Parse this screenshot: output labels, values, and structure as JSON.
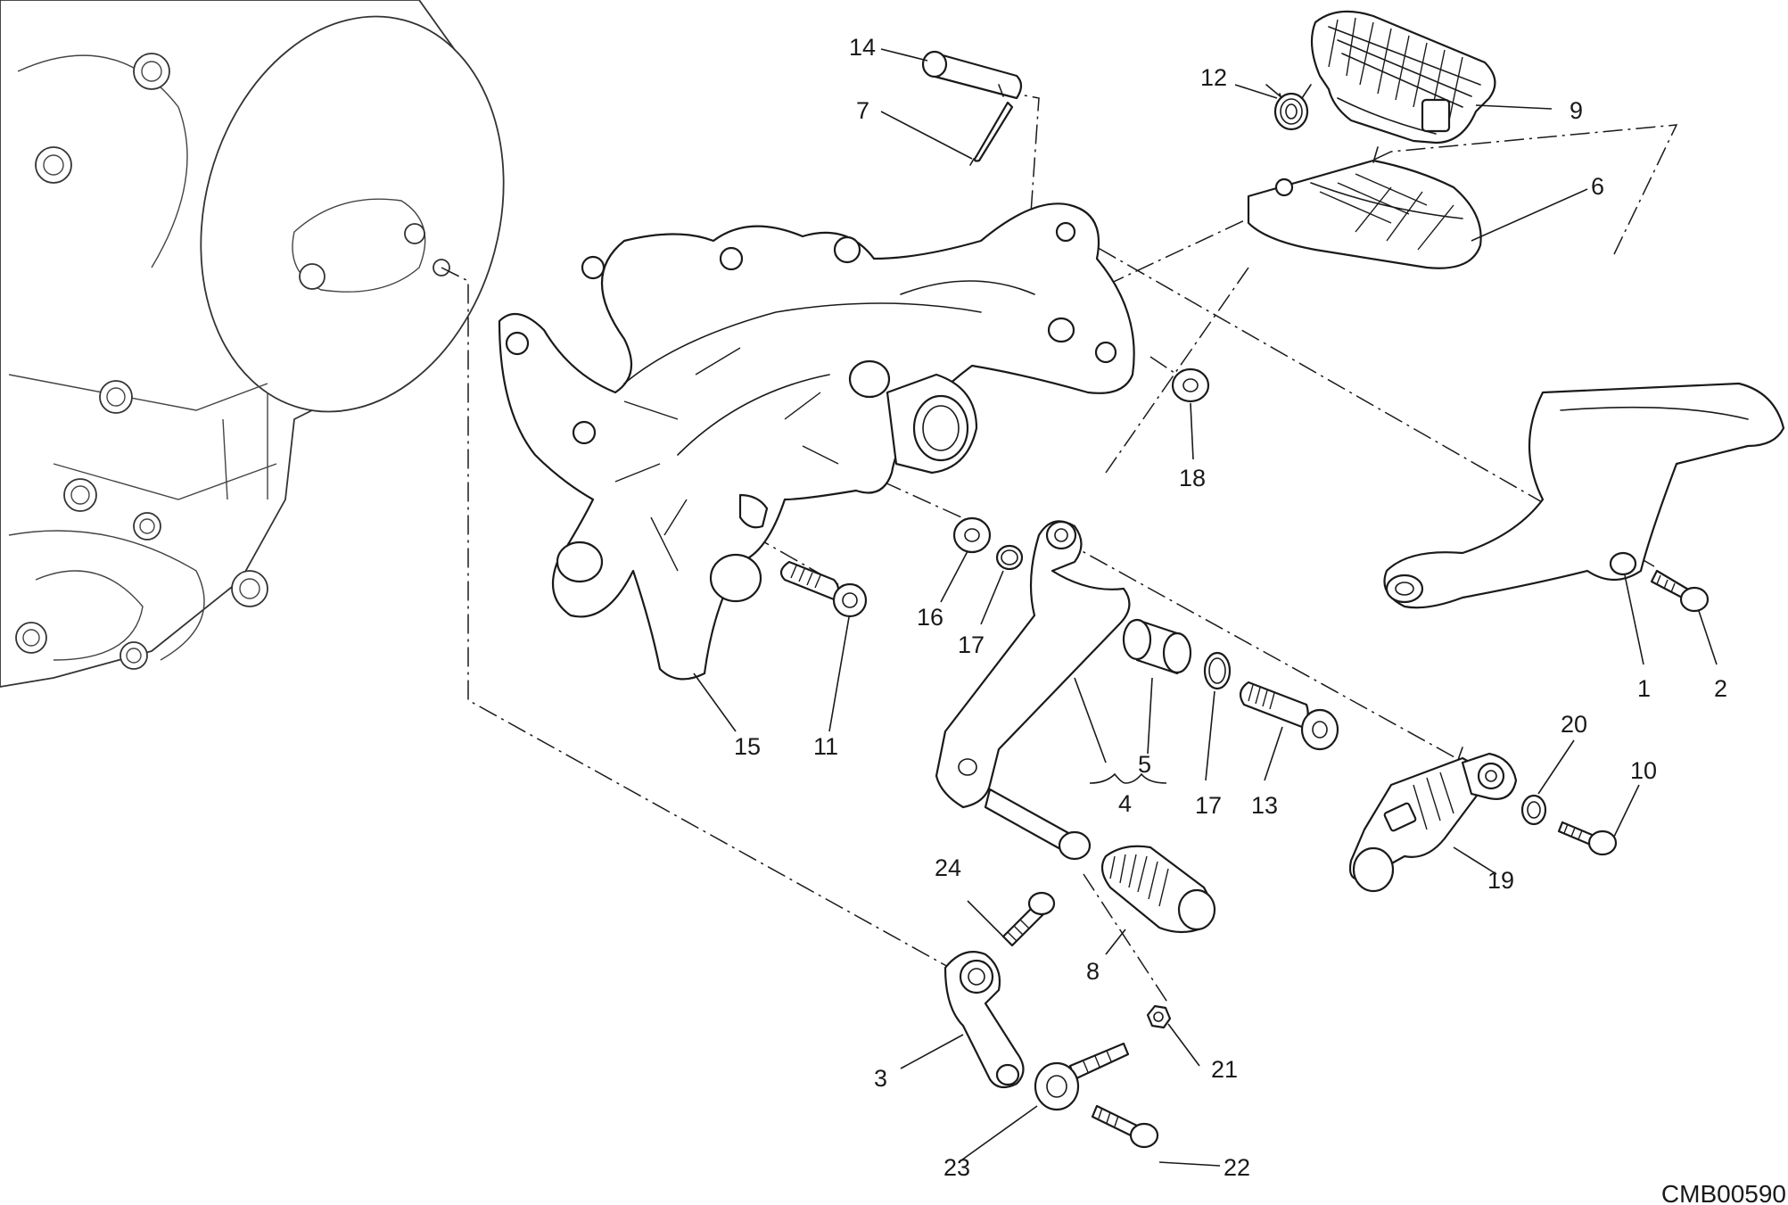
{
  "drawing_code": "CMB00590",
  "callouts": {
    "c1": "1",
    "c2": "2",
    "c3": "3",
    "c4": "4",
    "c5": "5",
    "c6": "6",
    "c7": "7",
    "c8": "8",
    "c9": "9",
    "c10": "10",
    "c11": "11",
    "c12": "12",
    "c13": "13",
    "c14": "14",
    "c15": "15",
    "c16": "16",
    "c17a": "17",
    "c17b": "17",
    "c18": "18",
    "c19": "19",
    "c20": "20",
    "c21": "21",
    "c22": "22",
    "c23": "23",
    "c24": "24"
  }
}
